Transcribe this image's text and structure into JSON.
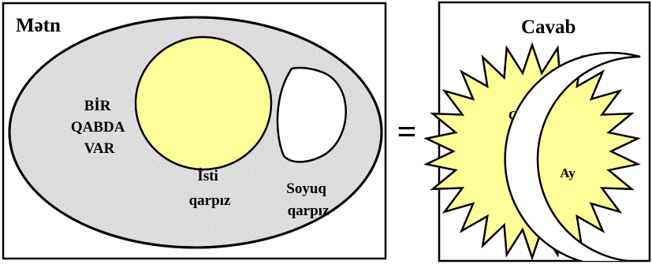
{
  "left_panel": {
    "title": "Mətn",
    "container_label": [
      "BİR",
      "QABDA",
      "VAR"
    ],
    "hot_item_label": [
      "İsti",
      "qarpız"
    ],
    "cold_item_label": [
      "Soyuq",
      "qarpız"
    ]
  },
  "equals_sign": "=",
  "right_panel": {
    "title": "Cavab",
    "sun_label": "Günəş",
    "moon_label": "Ay"
  },
  "colors": {
    "speckle_fill": "#e3e3e3",
    "hot_fill": "#ffff99",
    "sun_fill": "#ffff99",
    "cold_fill": "#ffffff",
    "moon_fill": "#ffffff",
    "stroke": "#000000"
  }
}
